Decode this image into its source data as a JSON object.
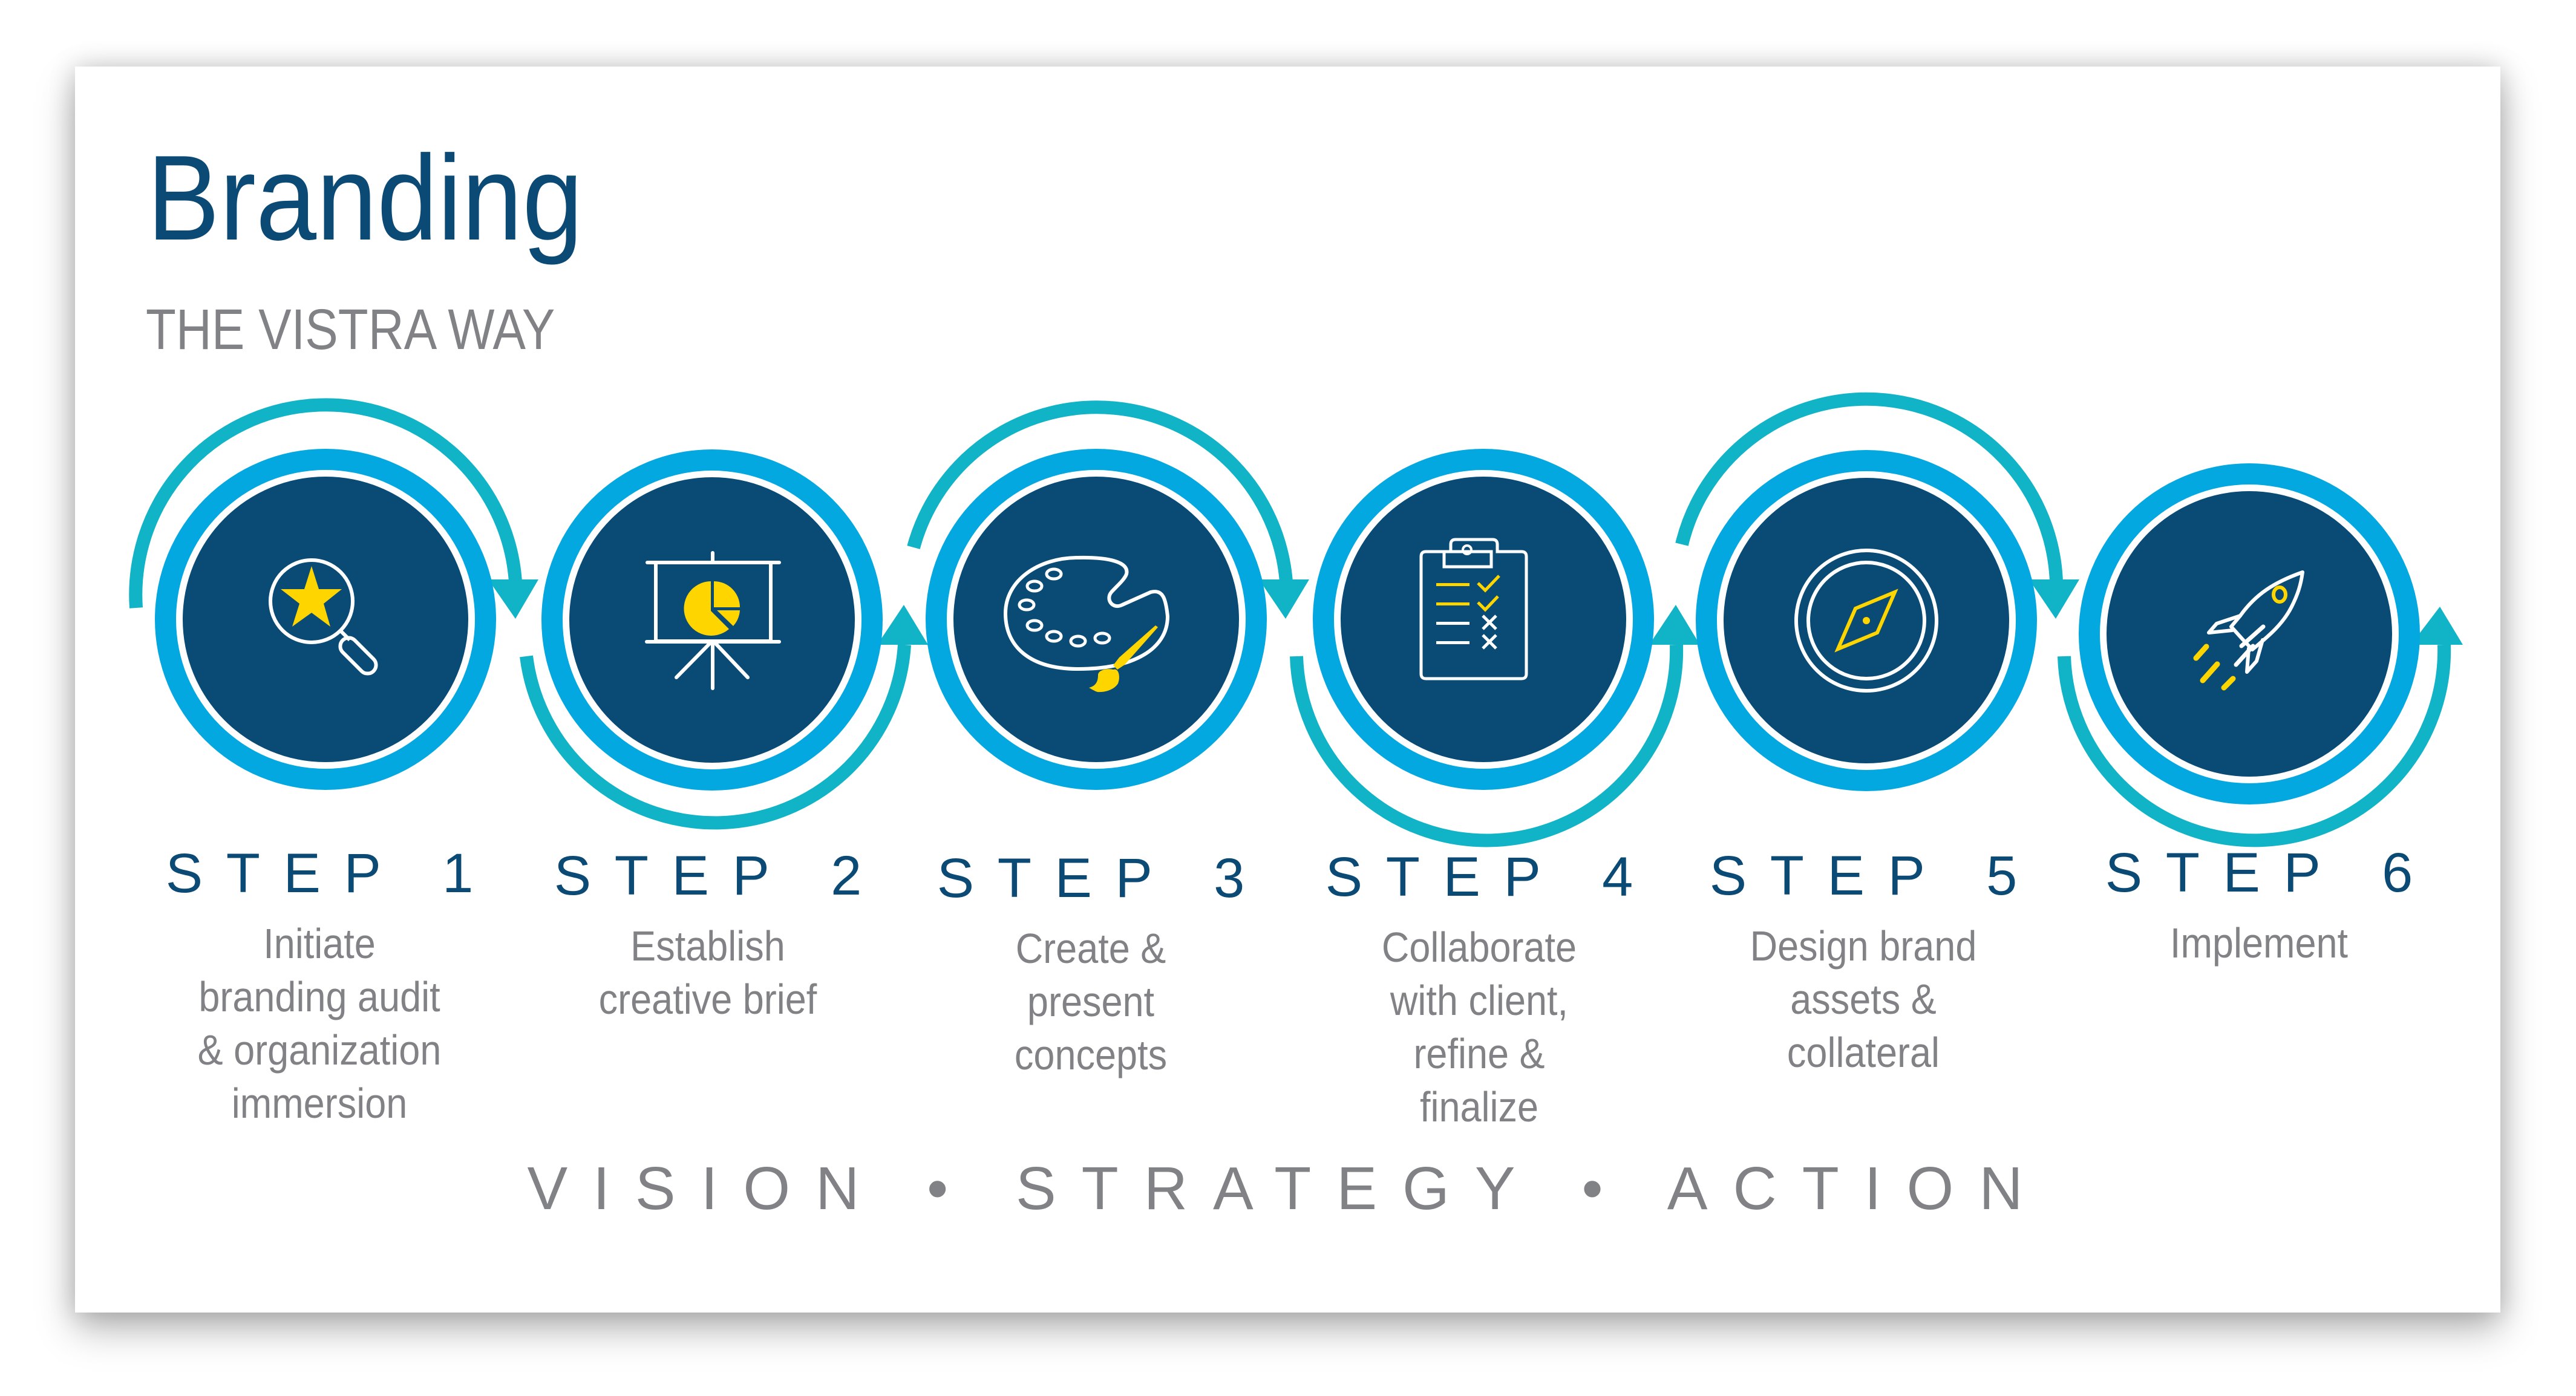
{
  "header": {
    "title": "Branding",
    "subtitle": "THE VISTRA WAY"
  },
  "colors": {
    "title_navy": "#0B4A75",
    "circle_navy": "#0A4B76",
    "ring_blue": "#03A8E0",
    "arrow_teal": "#10B4C6",
    "accent_yellow": "#FFD500",
    "text_gray": "#818285"
  },
  "steps": [
    {
      "label": "STEP 1",
      "description": "Initiate\nbranding audit\n& organization\nimmersion",
      "icon": "magnifier-star-icon"
    },
    {
      "label": "STEP 2",
      "description": "Establish\ncreative brief",
      "icon": "presentation-board-pie-chart-icon"
    },
    {
      "label": "STEP 3",
      "description": "Create &\npresent\nconcepts",
      "icon": "paint-palette-brush-icon"
    },
    {
      "label": "STEP 4",
      "description": "Collaborate\nwith client,\nrefine &\nfinalize",
      "icon": "clipboard-checklist-icon"
    },
    {
      "label": "STEP 5",
      "description": "Design brand\nassets &\ncollateral",
      "icon": "compass-icon"
    },
    {
      "label": "STEP 6",
      "description": "Implement",
      "icon": "rocket-icon"
    }
  ],
  "footer": {
    "tagline": "VISION • STRATEGY • ACTION"
  }
}
